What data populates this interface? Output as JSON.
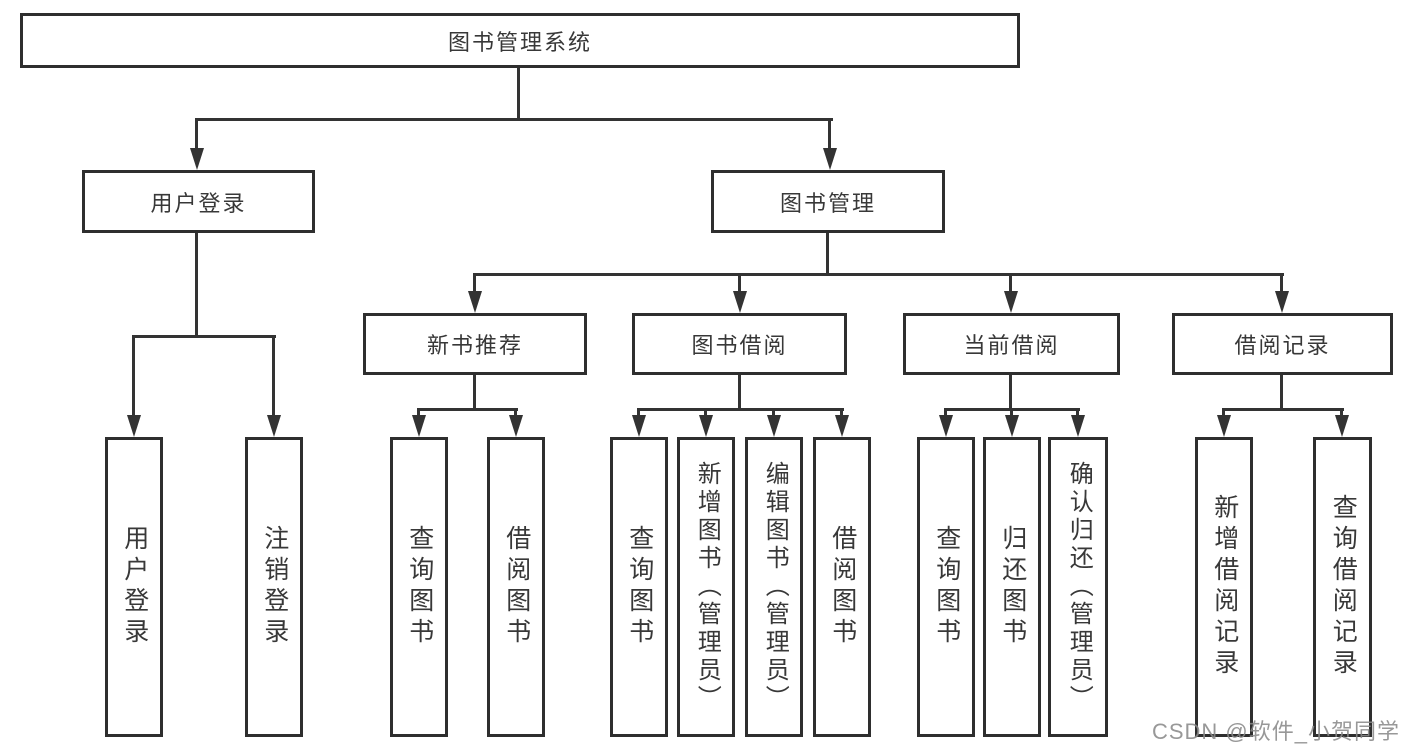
{
  "diagram": {
    "root": {
      "label": "图书管理系统"
    },
    "level2": [
      {
        "label": "用户登录",
        "leaves": [
          {
            "label": "用户登录"
          },
          {
            "label": "注销登录"
          }
        ]
      },
      {
        "label": "图书管理",
        "groups": [
          {
            "label": "新书推荐",
            "leaves": [
              {
                "label": "查询图书"
              },
              {
                "label": "借阅图书"
              }
            ]
          },
          {
            "label": "图书借阅",
            "leaves": [
              {
                "label": "查询图书"
              },
              {
                "label": "新增图书（管理员）"
              },
              {
                "label": "编辑图书（管理员）"
              },
              {
                "label": "借阅图书"
              }
            ]
          },
          {
            "label": "当前借阅",
            "leaves": [
              {
                "label": "查询图书"
              },
              {
                "label": "归还图书"
              },
              {
                "label": "确认归还（管理员）"
              }
            ]
          },
          {
            "label": "借阅记录",
            "leaves": [
              {
                "label": "新增借阅记录"
              },
              {
                "label": "查询借阅记录"
              }
            ]
          }
        ]
      }
    ]
  },
  "watermark": {
    "text": "CSDN @软件_小贺同学"
  },
  "colors": {
    "line": "#333333",
    "box_border": "#2e2e2e",
    "text": "#383838",
    "watermark": "#8a8a8a",
    "background": "#ffffff"
  }
}
